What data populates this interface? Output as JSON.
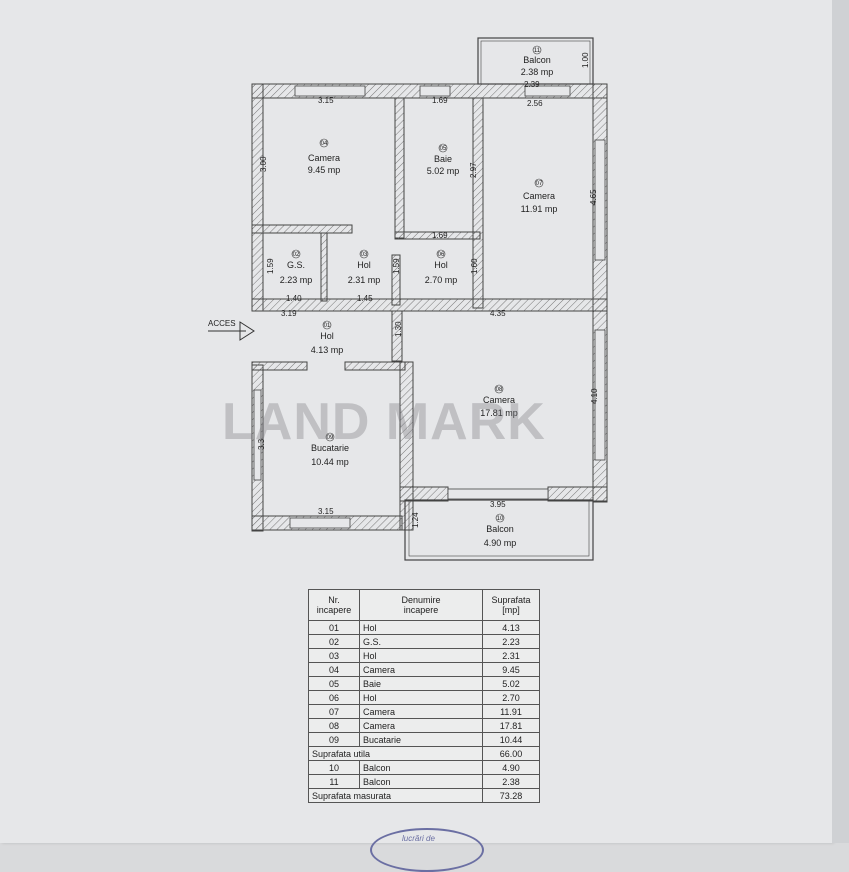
{
  "plan": {
    "access_label": "ACCES",
    "watermark": "LAND MARK",
    "rooms": [
      {
        "id": "01",
        "name": "Hol",
        "area": "4.13 mp"
      },
      {
        "id": "02",
        "name": "G.S.",
        "area": "2.23 mp"
      },
      {
        "id": "03",
        "name": "Hol",
        "area": "2.31 mp"
      },
      {
        "id": "04",
        "name": "Camera",
        "area": "9.45 mp"
      },
      {
        "id": "05",
        "name": "Baie",
        "area": "5.02 mp"
      },
      {
        "id": "06",
        "name": "Hol",
        "area": "2.70 mp"
      },
      {
        "id": "07",
        "name": "Camera",
        "area": "11.91 mp"
      },
      {
        "id": "08",
        "name": "Camera",
        "area": "17.81 mp"
      },
      {
        "id": "09",
        "name": "Bucatarie",
        "area": "10.44 mp"
      },
      {
        "id": "10",
        "name": "Balcon",
        "area": "4.90 mp"
      },
      {
        "id": "11",
        "name": "Balcon",
        "area": "2.38 mp"
      }
    ],
    "dims": {
      "d315_top": "3.15",
      "d169_top": "1.69",
      "d239": "2.39",
      "d256": "2.56",
      "d100": "1.00",
      "d300": "3.00",
      "d297": "2.97",
      "d465": "4.65",
      "d169_mid": "1.69",
      "d159_left": "1.59",
      "d159_mid": "1.59",
      "d160": "1.60",
      "d140": "1.40",
      "d145": "1.45",
      "d319": "3.19",
      "d435": "4.35",
      "d130": "1.30",
      "d410": "4.10",
      "d33": "3.3",
      "d315_bot": "3.15",
      "d395": "3.95",
      "d124": "1.24"
    }
  },
  "legend": {
    "headers": {
      "nr": "Nr.\nincapere",
      "name": "Denumire\nincapere",
      "area": "Suprafata\n[mp]"
    },
    "rows": [
      {
        "nr": "01",
        "name": "Hol",
        "area": "4.13"
      },
      {
        "nr": "02",
        "name": "G.S.",
        "area": "2.23"
      },
      {
        "nr": "03",
        "name": "Hol",
        "area": "2.31"
      },
      {
        "nr": "04",
        "name": "Camera",
        "area": "9.45"
      },
      {
        "nr": "05",
        "name": "Baie",
        "area": "5.02"
      },
      {
        "nr": "06",
        "name": "Hol",
        "area": "2.70"
      },
      {
        "nr": "07",
        "name": "Camera",
        "area": "11.91"
      },
      {
        "nr": "08",
        "name": "Camera",
        "area": "17.81"
      },
      {
        "nr": "09",
        "name": "Bucatarie",
        "area": "10.44"
      }
    ],
    "utila_label": "Suprafata utila",
    "utila_value": "66.00",
    "balcony_rows": [
      {
        "nr": "10",
        "name": "Balcon",
        "area": "4.90"
      },
      {
        "nr": "11",
        "name": "Balcon",
        "area": "2.38"
      }
    ],
    "masurata_label": "Suprafata masurata",
    "masurata_value": "73.28"
  },
  "stamp_text": "lucrări de"
}
